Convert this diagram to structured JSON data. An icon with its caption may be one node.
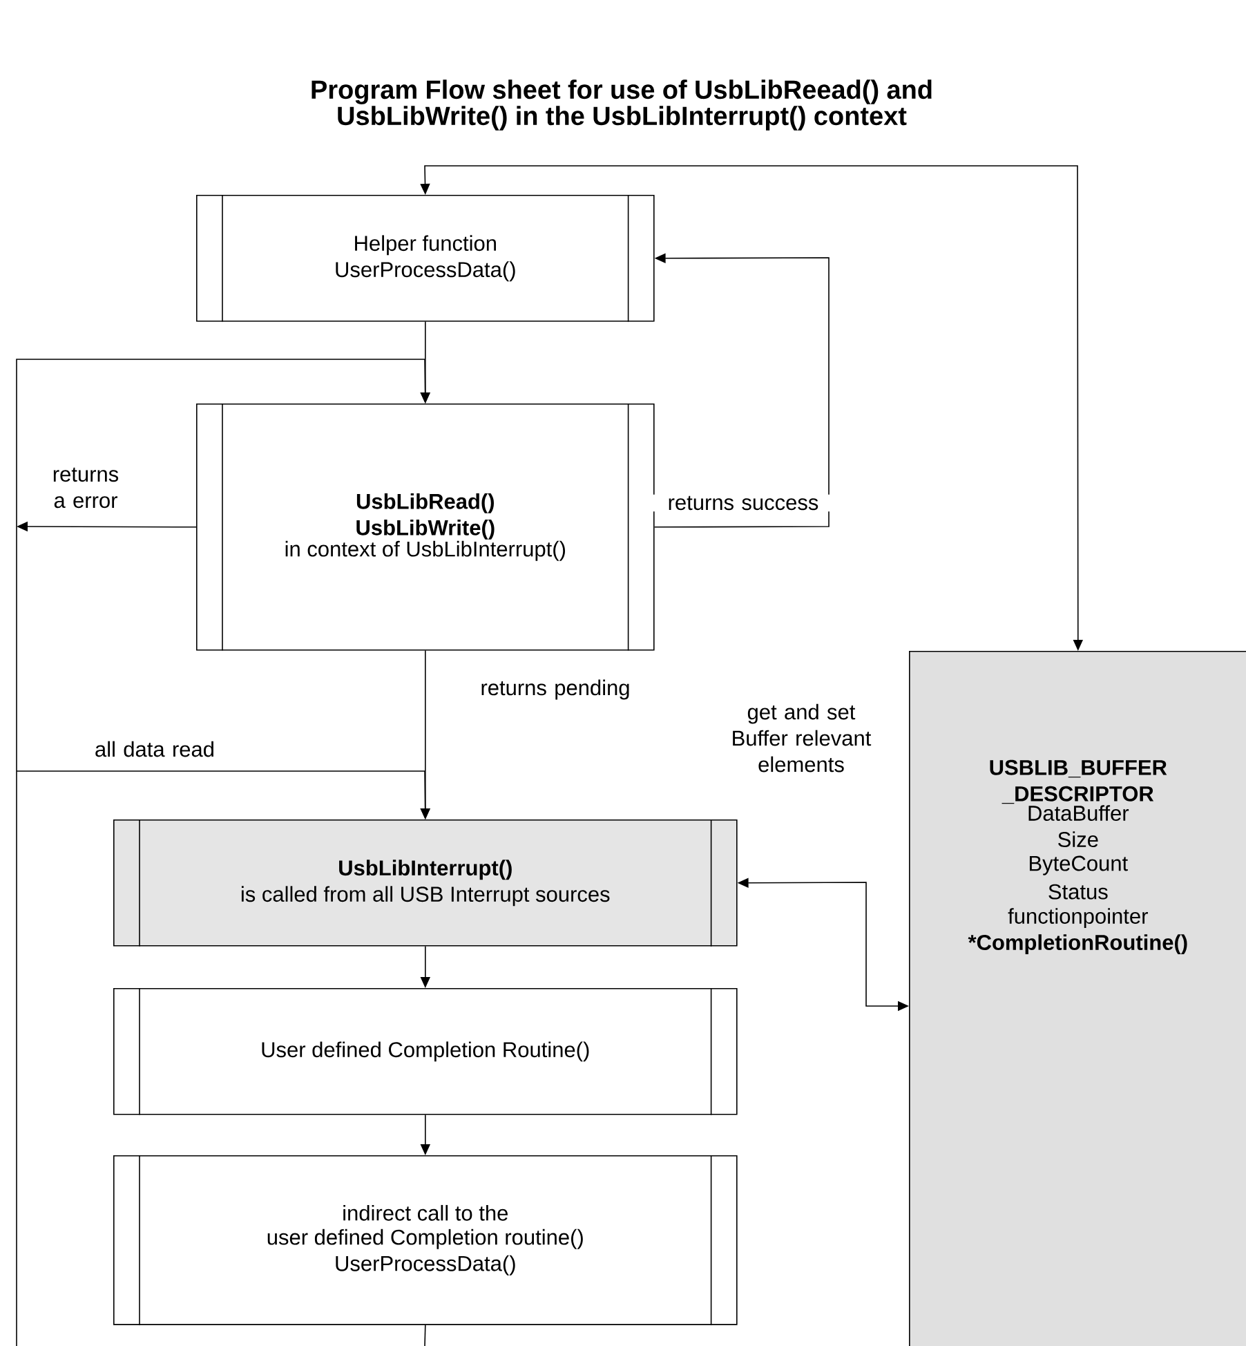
{
  "diagram": {
    "title": "Program Flow sheet for use of UsbLibReead() and UsbLibWrite() in the UsbLibInterrupt() context",
    "nodes": [
      {
        "text": [
          "Helper function UserProcessData()"
        ]
      },
      {
        "text": [
          "UsbLibRead() UsbLibWrite()",
          "in context of UsbLibInterrupt()"
        ]
      },
      {
        "text": [
          "UsbLibInterrupt()",
          "is called from all USB Interrupt sources"
        ]
      },
      {
        "text": [
          "User defined Completion Routine()"
        ]
      },
      {
        "text": [
          "indirect call to the",
          "user defined Completion routine()",
          "UserProcessData()"
        ]
      },
      {
        "text": [
          "USBLIB_BUFFER _DESCRIPTOR",
          "DataBuffer",
          "Size",
          "ByteCount",
          "Status",
          "functionpointer",
          "*CompletionRoutine()"
        ]
      }
    ],
    "edges": [
      {
        "from": 1,
        "to": 0,
        "arrow": "to",
        "label": "returns success"
      },
      {
        "from": 0,
        "to": 1,
        "arrow": "to"
      },
      {
        "from": 1,
        "to": 2,
        "arrow": "to",
        "label": "returns pending"
      },
      {
        "from": 1,
        "to": null,
        "arrow": "to",
        "label": "returns a error"
      },
      {
        "from": null,
        "to": 1,
        "arrow": "to"
      },
      {
        "from": null,
        "to": 2,
        "arrow": "to",
        "label": "all data read"
      },
      {
        "from": 0,
        "to": 5,
        "arrow": "both"
      },
      {
        "from": 2,
        "to": 5,
        "arrow": "both"
      },
      {
        "from": 2,
        "to": 3,
        "arrow": "to"
      },
      {
        "from": 3,
        "to": 4,
        "arrow": "to"
      },
      {
        "from": 4,
        "to": null,
        "arrow": "none"
      }
    ],
    "labels": [
      "get and set Buffer relevant elements"
    ]
  }
}
